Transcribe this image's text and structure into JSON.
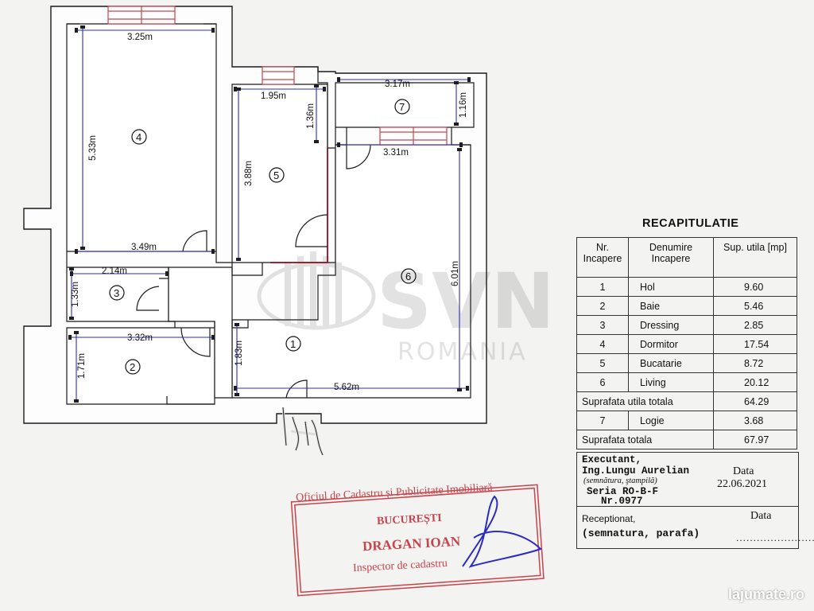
{
  "plan": {
    "dimensions": {
      "d4_width": "3.25m",
      "d4_height": "5.33m",
      "d4_bottom": "3.49m",
      "d5_width": "1.95m",
      "d5_upper": "1.36m",
      "d5_height": "3.88m",
      "d7_width": "3.17m",
      "d7_height": "1.16m",
      "d6_width": "3.31m",
      "d6_height": "6.01m",
      "d6_bottom": "5.62m",
      "d3_width": "2.14m",
      "d3_height": "1.33m",
      "d2_width": "3.32m",
      "d2_height": "1.71m",
      "d1_height": "1.83m"
    },
    "room_numbers": [
      "1",
      "2",
      "3",
      "4",
      "5",
      "6",
      "7"
    ]
  },
  "watermark": {
    "brand": "SVN",
    "sub": "ROMANIA"
  },
  "recap": {
    "title": "RECAPITULATIE",
    "headers": {
      "nr": "Nr. Incapere",
      "name": "Denumire Incapere",
      "area": "Sup. utila [mp]"
    },
    "rows": [
      {
        "nr": "1",
        "name": "Hol",
        "area": "9.60"
      },
      {
        "nr": "2",
        "name": "Baie",
        "area": "5.46"
      },
      {
        "nr": "3",
        "name": "Dressing",
        "area": "2.85"
      },
      {
        "nr": "4",
        "name": "Dormitor",
        "area": "17.54"
      },
      {
        "nr": "5",
        "name": "Bucatarie",
        "area": "8.72"
      },
      {
        "nr": "6",
        "name": "Living",
        "area": "20.12"
      }
    ],
    "total_util_label": "Suprafata utila totala",
    "total_util": "64.29",
    "logia": {
      "nr": "7",
      "name": "Logie",
      "area": "3.68"
    },
    "total_label": "Suprafata totala",
    "total": "67.97"
  },
  "executant": {
    "label": "Executant,",
    "name": "Ing.Lungu Aurelian",
    "note": "(semnătura, ştampilă)",
    "series": "Seria RO-B-F",
    "number": "Nr.0977",
    "date_label": "Data",
    "date": "22.06.2021"
  },
  "receptionat": {
    "label": "Receptionat,",
    "note": "(semnatura, parafa)",
    "date_label": "Data",
    "dots": "........................"
  },
  "stamp": {
    "line1": "Oficiul de Cadastru și Publicitate Imobiliară",
    "line2": "BUCUREȘTI",
    "line3": "DRAGAN IOAN",
    "line4": "Inspector de cadastru"
  },
  "site_watermark": "lajumate.ro"
}
